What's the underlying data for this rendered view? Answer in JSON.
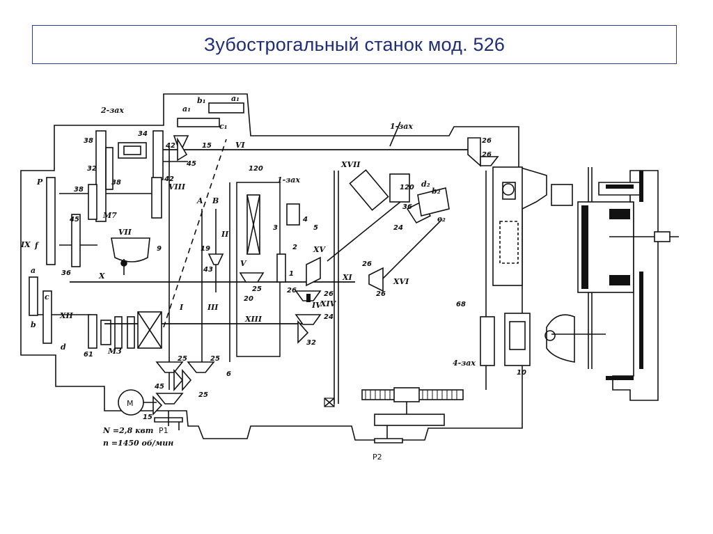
{
  "title": "Зубострогальный станок мод. 526",
  "motor": {
    "symbol": "M",
    "power": "N =2,8 квт",
    "speed": "n =1450 об/мин"
  },
  "handwheels": [
    "P1",
    "P2"
  ],
  "shafts": [
    "I",
    "II",
    "III",
    "IV",
    "V",
    "VI",
    "VII",
    "VIII",
    "IX",
    "X",
    "XI",
    "XII",
    "XIII",
    "XIV",
    "XV",
    "XVI",
    "XVII"
  ],
  "labels": {
    "gear_2zax": "2-зах",
    "gear_1zax_a": "1-зах",
    "gear_1zax_b": "1-зах",
    "gear_4zax": "4-зах",
    "clutch_m7": "M7",
    "clutch_m3": "M3",
    "pos_A": "A",
    "pos_B": "B",
    "g_a1": "a₁",
    "g_b1": "b₁",
    "g_c1": "c₁",
    "g_a1b": "a₁",
    "g_d2": "d₂",
    "g_b2": "b₂",
    "g_e2": "e₂",
    "g_p": "P",
    "g_f": "f",
    "g_a": "a",
    "g_b": "b",
    "g_c": "c",
    "g_d": "d"
  },
  "numbers": [
    "38",
    "32",
    "34",
    "42",
    "42",
    "38",
    "45",
    "15",
    "45",
    "38",
    "36",
    "61",
    "120",
    "120",
    "3",
    "4",
    "5",
    "2",
    "1",
    "43",
    "19",
    "25",
    "20",
    "26",
    "26",
    "24",
    "32",
    "25",
    "25",
    "25",
    "45",
    "15",
    "36",
    "24",
    "26",
    "26",
    "26",
    "26",
    "68",
    "9",
    "6",
    "10"
  ]
}
